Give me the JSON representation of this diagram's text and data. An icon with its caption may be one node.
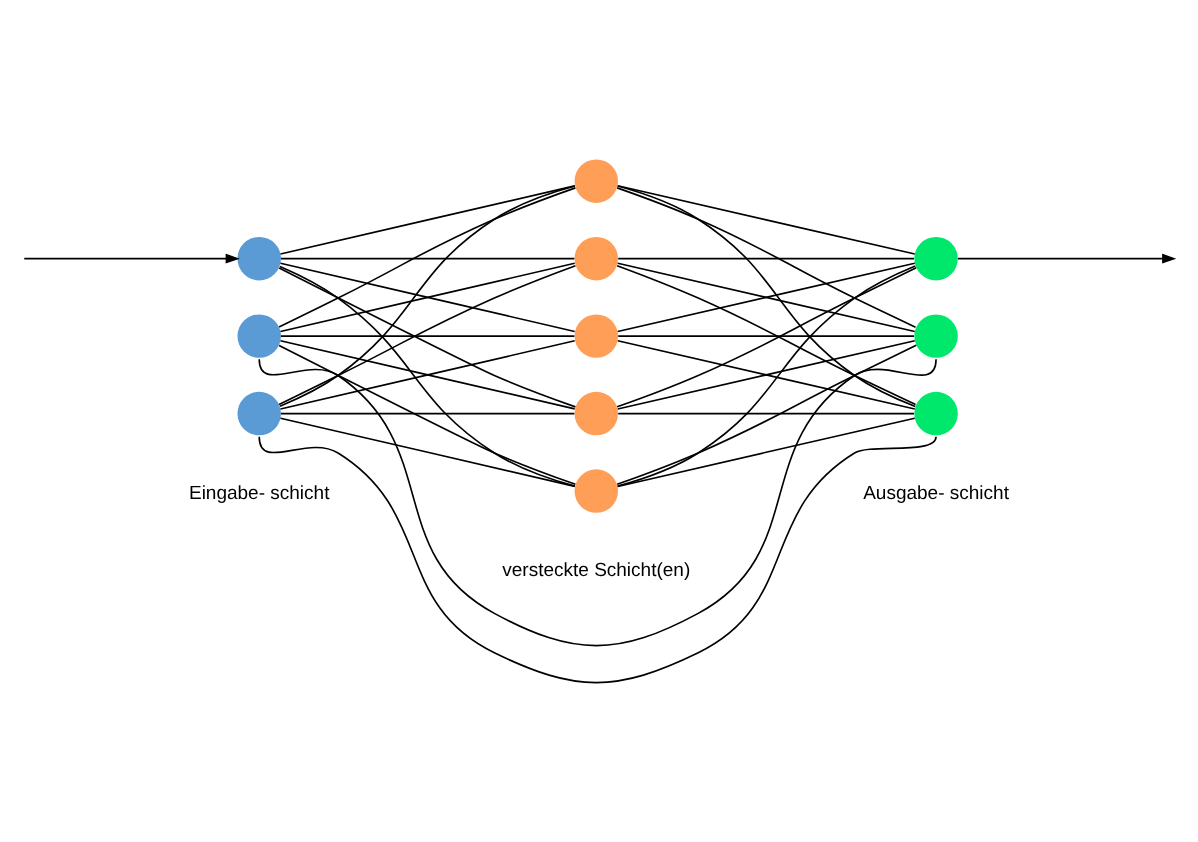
{
  "diagram": {
    "nodes": [
      {
        "text": [],
        "shape": "circle"
      },
      {
        "text": [],
        "shape": "circle"
      },
      {
        "text": [],
        "shape": "circle"
      },
      {
        "text": [],
        "shape": "circle"
      },
      {
        "text": [],
        "shape": "circle"
      },
      {
        "text": [],
        "shape": "circle"
      },
      {
        "text": [],
        "shape": "circle"
      },
      {
        "text": [],
        "shape": "circle"
      },
      {
        "text": [],
        "shape": "circle"
      },
      {
        "text": [],
        "shape": "circle"
      },
      {
        "text": [],
        "shape": "circle"
      }
    ],
    "edges": [
      {
        "from": null,
        "to": 0,
        "arrow": "to"
      },
      {
        "from": 0,
        "to": 3,
        "arrow": "none"
      },
      {
        "from": 0,
        "to": 4,
        "arrow": "none"
      },
      {
        "from": 0,
        "to": 5,
        "arrow": "none"
      },
      {
        "from": 0,
        "to": 6,
        "arrow": "none"
      },
      {
        "from": 0,
        "to": 7,
        "arrow": "none"
      },
      {
        "from": 1,
        "to": 3,
        "arrow": "none"
      },
      {
        "from": 1,
        "to": 4,
        "arrow": "none"
      },
      {
        "from": 1,
        "to": 5,
        "arrow": "none"
      },
      {
        "from": 1,
        "to": 6,
        "arrow": "none"
      },
      {
        "from": 1,
        "to": 7,
        "arrow": "none"
      },
      {
        "from": 2,
        "to": 3,
        "arrow": "none"
      },
      {
        "from": 2,
        "to": 4,
        "arrow": "none"
      },
      {
        "from": 2,
        "to": 5,
        "arrow": "none"
      },
      {
        "from": 2,
        "to": 6,
        "arrow": "none"
      },
      {
        "from": 2,
        "to": 7,
        "arrow": "none"
      },
      {
        "from": 3,
        "to": 8,
        "arrow": "none"
      },
      {
        "from": 3,
        "to": 9,
        "arrow": "none"
      },
      {
        "from": 3,
        "to": 10,
        "arrow": "none"
      },
      {
        "from": 4,
        "to": 8,
        "arrow": "none"
      },
      {
        "from": 4,
        "to": 9,
        "arrow": "none"
      },
      {
        "from": 4,
        "to": 10,
        "arrow": "none"
      },
      {
        "from": 5,
        "to": 8,
        "arrow": "none"
      },
      {
        "from": 5,
        "to": 9,
        "arrow": "none"
      },
      {
        "from": 5,
        "to": 10,
        "arrow": "none"
      },
      {
        "from": 6,
        "to": 8,
        "arrow": "none"
      },
      {
        "from": 6,
        "to": 9,
        "arrow": "none"
      },
      {
        "from": 6,
        "to": 10,
        "arrow": "none"
      },
      {
        "from": 7,
        "to": 8,
        "arrow": "none"
      },
      {
        "from": 7,
        "to": 9,
        "arrow": "none"
      },
      {
        "from": 7,
        "to": 10,
        "arrow": "none"
      },
      {
        "from": 8,
        "to": null,
        "arrow": "to"
      },
      {
        "from": 9,
        "to": 1,
        "arrow": "none"
      },
      {
        "from": 10,
        "to": 2,
        "arrow": "none"
      }
    ],
    "labels": [
      "Eingabe- schicht",
      "versteckte Schicht(en)",
      "Ausgabe- schicht"
    ]
  }
}
